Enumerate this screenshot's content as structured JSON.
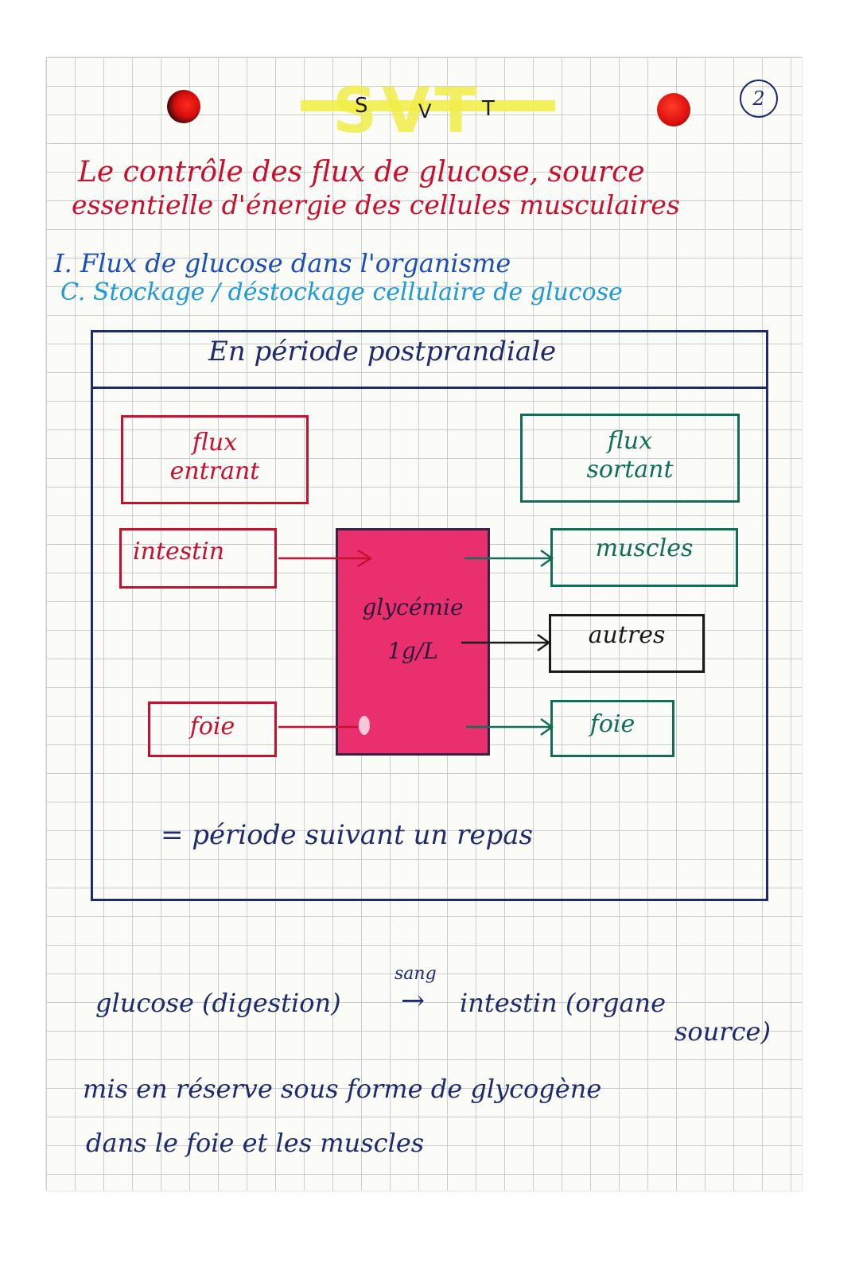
{
  "header": {
    "subject": "SVT",
    "subject_letters": [
      "S",
      "V",
      "T"
    ],
    "page_number": "2"
  },
  "title": {
    "line1": "Le contrôle des flux de glucose, source",
    "line2": "essentielle d'énergie des cellules musculaires"
  },
  "section": {
    "heading": "I. Flux de glucose dans l'organisme",
    "subheading": "C. Stockage / déstockage cellulaire de glucose"
  },
  "diagram": {
    "title": "En période postprandiale",
    "entrant_header": "flux entrant",
    "sortant_header": "flux sortant",
    "sources": [
      "intestin",
      "foie"
    ],
    "center_label": "glycémie",
    "center_value": "1g/L",
    "destinations": [
      "muscles",
      "autres",
      "foie"
    ],
    "definition": "= période suivant un repas"
  },
  "notes": {
    "line1_left": "glucose (digestion)",
    "arrow_label": "sang",
    "arrow": "→",
    "line1_right": "intestin (organe",
    "line1_cont": "source)",
    "line2": "mis en réserve sous forme de glycogène",
    "line3": "dans le foie et les muscles"
  },
  "colors": {
    "red": "#c8102e",
    "magenta_fill": "#ea2f6e",
    "navy": "#1e2a6e",
    "blue": "#1a4fb5",
    "cyan": "#1e9ad6",
    "green": "#0f6e55",
    "highlight": "#f1ee4a"
  }
}
